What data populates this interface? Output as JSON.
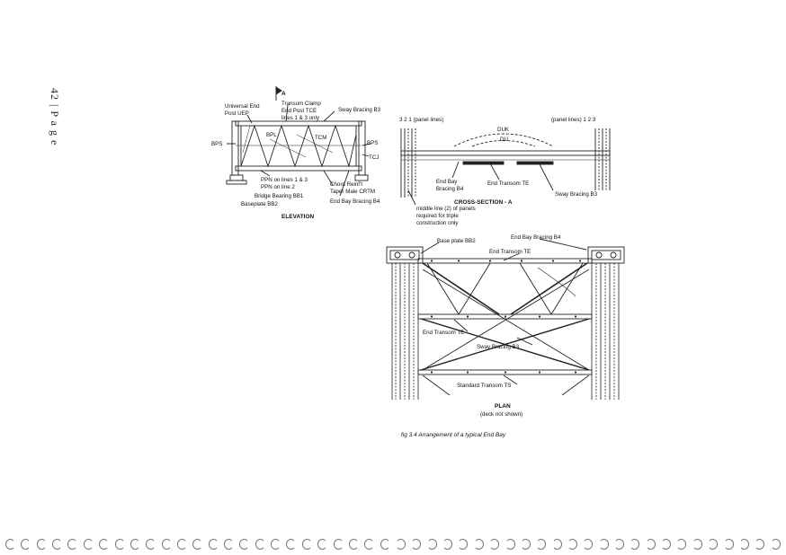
{
  "page_number": "42 | P a g e",
  "labels": {
    "section_a": "A",
    "transom_clamp": "Transom Clamp",
    "end_post_tce": "End Post TCE",
    "lines_1_3": "lines 1 & 3 only",
    "universal_end_post": "Universal End",
    "post_uep": "Post UEP",
    "sway_bracing_b3_top": "Sway Bracing B3",
    "bps_left": "BPS",
    "bpl": "BPL",
    "tcm": "TCM",
    "bps_right": "BPS",
    "tcj": "TCJ",
    "ppn_lines": "PPN on lines 1 & 3",
    "ppn_line2": "PPN on line 2",
    "bridge_bearing": "Bridge Bearing BB1",
    "baseplate": "Baseplate BB2",
    "chord_reinf": "Chord Reinf't",
    "taper_male": "Taper Male CRTM",
    "end_bay_bracing_b4_elev": "End Bay Bracing B4",
    "elevation": "ELEVATION",
    "panel_lines_left": "3  2  1  (panel lines)",
    "panel_lines_right": "(panel lines)  1  2  3",
    "duk": "DUK",
    "du": "DU",
    "end_bay_bracing_b4_cs_1": "End Bay",
    "end_bay_bracing_b4_cs_2": "Bracing B4",
    "end_transom_te_cs": "End Transom TE",
    "sway_bracing_b3_cs": "Sway Bracing B3",
    "cross_section": "CROSS-SECTION - A",
    "middle_line_1": "middle line (2) of panels",
    "middle_line_2": "required for triple",
    "middle_line_3": "construction only",
    "base_plate_bb2": "Base plate BB2",
    "end_bay_bracing_b4_plan": "End Bay Bracing B4",
    "end_transom_te_plan_top": "End Transom TE",
    "end_transom_te_plan_mid": "End Transom TE",
    "sway_bracing_b3_plan": "Sway Bracing B3",
    "standard_transom": "Standard Transom TS",
    "plan": "PLAN",
    "deck_not_shown": "(deck not shown)",
    "caption": "fig 3.4  Arrangement  of  a  typical  End Bay"
  },
  "binding_rings": 50
}
